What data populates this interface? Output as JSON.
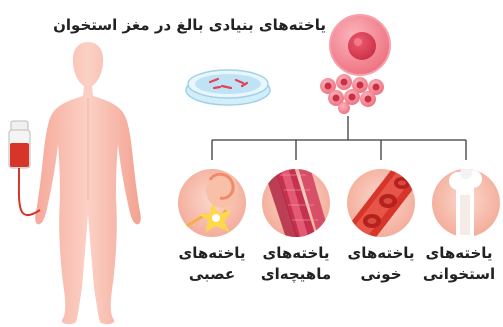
{
  "title": "یاخته‌های بنیادی بالغ در مغز استخوان",
  "labels": {
    "nerve": {
      "line1": "یاخته‌های",
      "line2": "عصبی"
    },
    "muscle": {
      "line1": "یاخته‌های",
      "line2": "ماهیچه‌ای"
    },
    "blood": {
      "line1": "یاخته‌های",
      "line2": "خونی"
    },
    "bone": {
      "line1": "یاخته‌های",
      "line2": "استخوانی"
    }
  },
  "icons": [
    "human-body-figure",
    "iv-blood-bag-icon",
    "petri-dish-icon",
    "stem-cell-icon",
    "cell-cluster-icon",
    "nerve-cell-icon",
    "muscle-cell-icon",
    "blood-cell-icon",
    "bone-cell-icon"
  ],
  "colors": {
    "skin": "#f6b6a6",
    "blood": "#d8352a",
    "cell": "#f17d8a",
    "circle_bg": "#f7c4b7",
    "dish": "#bfe3f5",
    "line": "#3a3a3a"
  }
}
